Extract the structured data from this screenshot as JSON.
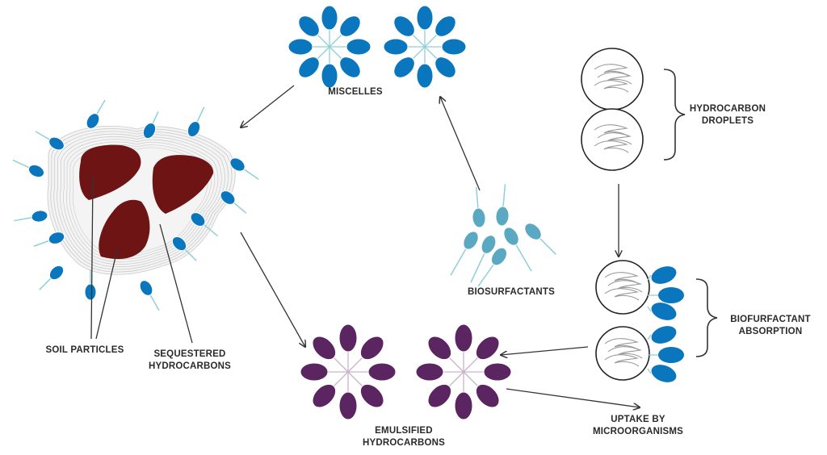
{
  "diagram": {
    "title": "Biosurfactant-mediated hydrocarbon removal cycle",
    "colors": {
      "micelle_blue": "#0a76bd",
      "biosurfactant_teal": "#5aa8c2",
      "emulsified_purple": "#5a2560",
      "soil_particle_red": "#6e1414",
      "tail_line": "#8fd0d6",
      "arrow": "#333333"
    },
    "labels": {
      "miscelles": "MISCELLES",
      "hydrocarbon_droplets": [
        "HYDROCARBON",
        "DROPLETS"
      ],
      "biosurfactants": "BIOSURFACTANTS",
      "biofurfactant_absorption": [
        "BIOFURFACTANT",
        "ABSORPTION"
      ],
      "soil_particles": "SOIL PARTICLES",
      "sequestered_hydrocarbons": [
        "SEQUESTERED",
        "HYDROCARBONS"
      ],
      "emulsified_hydrocarbons": [
        "EMULSIFIED",
        "HYDROCARBONS"
      ],
      "uptake_by_microorganisms": [
        "UPTAKE BY",
        "MICROORGANISMS"
      ]
    },
    "flow": [
      {
        "from": "hydrocarbon-droplets",
        "to": "biofurfactant-absorption"
      },
      {
        "from": "biofurfactant-absorption",
        "to": "emulsified-hydrocarbons"
      },
      {
        "from": "emulsified-hydrocarbons",
        "to": "uptake-by-microorganisms"
      },
      {
        "from": "biosurfactants",
        "to": "miscelles"
      },
      {
        "from": "miscelles",
        "to": "soil-particles"
      },
      {
        "from": "soil-particles",
        "to": "emulsified-hydrocarbons"
      }
    ]
  }
}
